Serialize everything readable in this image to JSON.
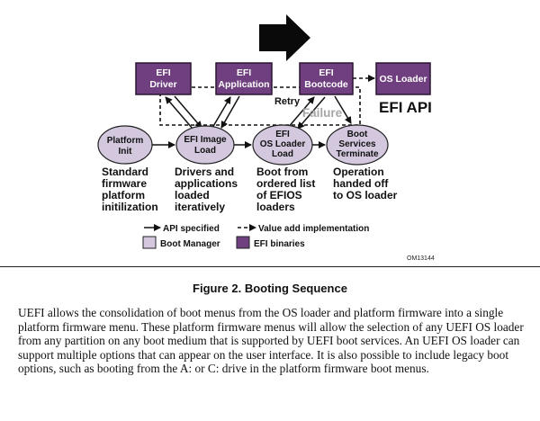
{
  "diagram": {
    "boxes": [
      {
        "line1": "EFI",
        "line2": "Driver"
      },
      {
        "line1": "EFI",
        "line2": "Application"
      },
      {
        "line1": "EFI",
        "line2": "Bootcode"
      },
      {
        "line1": "OS Loader",
        "line2": ""
      }
    ],
    "efi_api": "EFI API",
    "retry": "Retry",
    "failure": "Failure",
    "ellipses": [
      {
        "lines": [
          "Platform",
          "Init"
        ]
      },
      {
        "lines": [
          "EFI Image",
          "Load"
        ]
      },
      {
        "lines": [
          "EFI",
          "OS Loader",
          "Load"
        ]
      },
      {
        "lines": [
          "Boot",
          "Services",
          "Terminate"
        ]
      }
    ],
    "descriptions": [
      [
        "Standard",
        "firmware",
        "platform",
        "initilization"
      ],
      [
        "Drivers and",
        "applications",
        "loaded",
        "iteratively"
      ],
      [
        "Boot from",
        "ordered list",
        "of EFIOS",
        "loaders"
      ],
      [
        "Operation",
        "handed off",
        "to OS loader"
      ]
    ],
    "legend": {
      "api_specified": "API specified",
      "value_add": "Value add implementation",
      "boot_manager": "Boot Manager",
      "efi_binaries": "EFI binaries"
    },
    "figure_id": "OM13144"
  },
  "colors": {
    "purple": "#6f3f7f",
    "lavender": "#d3c8de",
    "failure_gray": "#a6a6a6"
  },
  "caption": "Figure 2. Booting Sequence",
  "paragraph": "UEFI allows the consolidation of boot menus from the OS loader and platform firmware into a single platform firmware menu. These platform firmware menus will allow the selection of any UEFI OS loader from any partition on any boot medium that is supported by UEFI boot services. An UEFI OS loader can support multiple options that can appear on the user interface. It is also possible to include legacy boot options, such as booting from the A: or C: drive in the platform firmware boot menus."
}
